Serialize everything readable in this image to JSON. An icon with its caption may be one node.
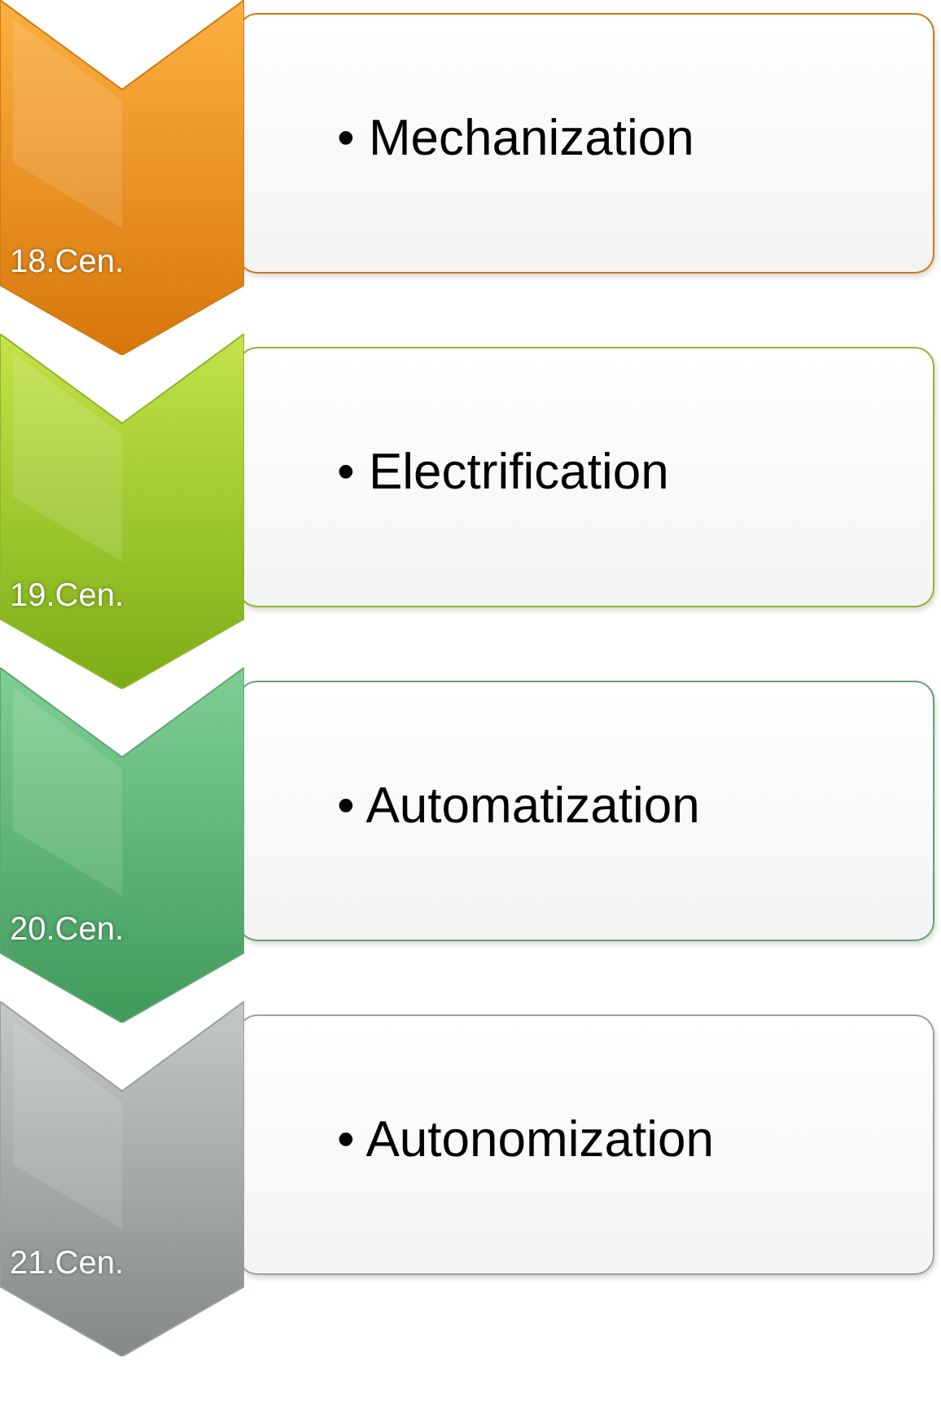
{
  "diagram": {
    "nodes": [
      {
        "text": [
          "18.Cen."
        ]
      },
      {
        "text": [
          "• Mechanization"
        ]
      },
      {
        "text": [
          "19.Cen."
        ]
      },
      {
        "text": [
          "• Electrification"
        ]
      },
      {
        "text": [
          "20.Cen."
        ]
      },
      {
        "text": [
          "• Automatization"
        ]
      },
      {
        "text": [
          "21.Cen."
        ]
      },
      {
        "text": [
          "• Autonomization"
        ]
      }
    ]
  }
}
